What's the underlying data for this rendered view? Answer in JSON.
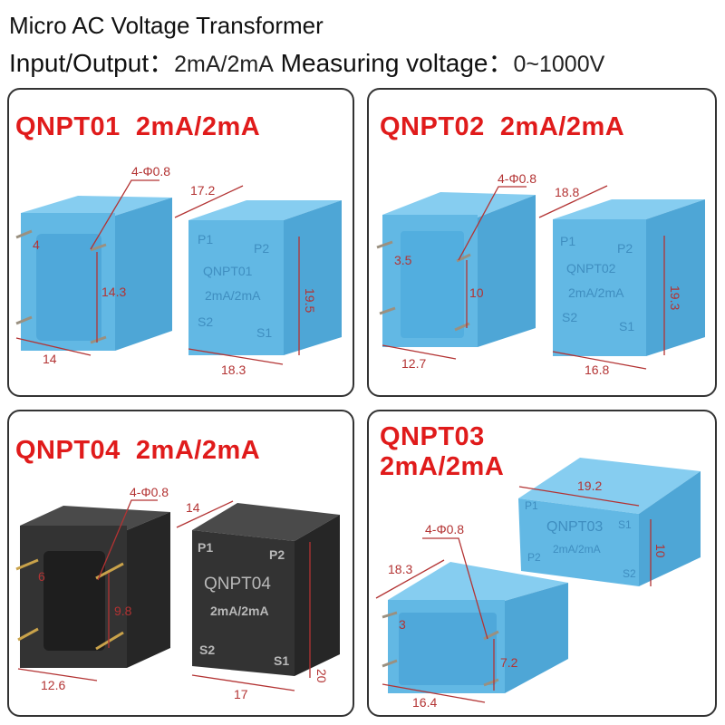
{
  "header": {
    "title": "Micro AC Voltage Transformer",
    "io_label": "Input/Output：",
    "io_value": "2mA/2mA",
    "voltage_label": "Measuring voltage：",
    "voltage_value": "0~1000V"
  },
  "colors": {
    "title_red": "#e01b1b",
    "dimension_red": "#b33333",
    "blue_case": "#5ab4e0",
    "black_case": "#2c2c2c"
  },
  "panels": {
    "qnpt01": {
      "title": "QNPT01  2mA/2mA",
      "pin_spec": "4-Φ0.8",
      "dims": {
        "depth": "17.2",
        "pin_offset": "4",
        "pin_span_v": "14.3",
        "height": "19.5",
        "pin_span_h": "14",
        "width": "18.3"
      },
      "marking": {
        "p1": "P1",
        "p2": "P2",
        "model": "QNPT01",
        "rating": "2mA/2mA",
        "s2": "S2",
        "s1": "S1"
      }
    },
    "qnpt02": {
      "title": "QNPT02  2mA/2mA",
      "pin_spec": "4-Φ0.8",
      "dims": {
        "depth": "18.8",
        "pin_offset": "3.5",
        "pin_span_v": "10",
        "height": "19.3",
        "pin_span_h": "12.7",
        "width": "16.8"
      },
      "marking": {
        "p1": "P1",
        "p2": "P2",
        "model": "QNPT02",
        "rating": "2mA/2mA",
        "s2": "S2",
        "s1": "S1"
      }
    },
    "qnpt04": {
      "title": "QNPT04  2mA/2mA",
      "pin_spec": "4-Φ0.8",
      "dims": {
        "depth": "14",
        "pin_offset": "6",
        "pin_span_v": "9.8",
        "height": "20",
        "pin_span_h": "12.6",
        "width": "17"
      },
      "marking": {
        "p1": "P1",
        "p2": "P2",
        "model": "QNPT04",
        "rating": "2mA/2mA",
        "s2": "S2",
        "s1": "S1"
      }
    },
    "qnpt03": {
      "title_line1": "QNPT03",
      "title_line2": "2mA/2mA",
      "pin_spec": "4-Φ0.8",
      "dims": {
        "width": "19.2",
        "height": "10",
        "depth": "18.3",
        "pin_offset": "3",
        "pin_span_v": "7.2",
        "pin_span_h": "16.4"
      },
      "marking": {
        "p1": "P1",
        "s1": "S1",
        "model": "QNPT03",
        "rating": "2mA/2mA",
        "p2": "P2",
        "s2": "S2"
      }
    }
  }
}
